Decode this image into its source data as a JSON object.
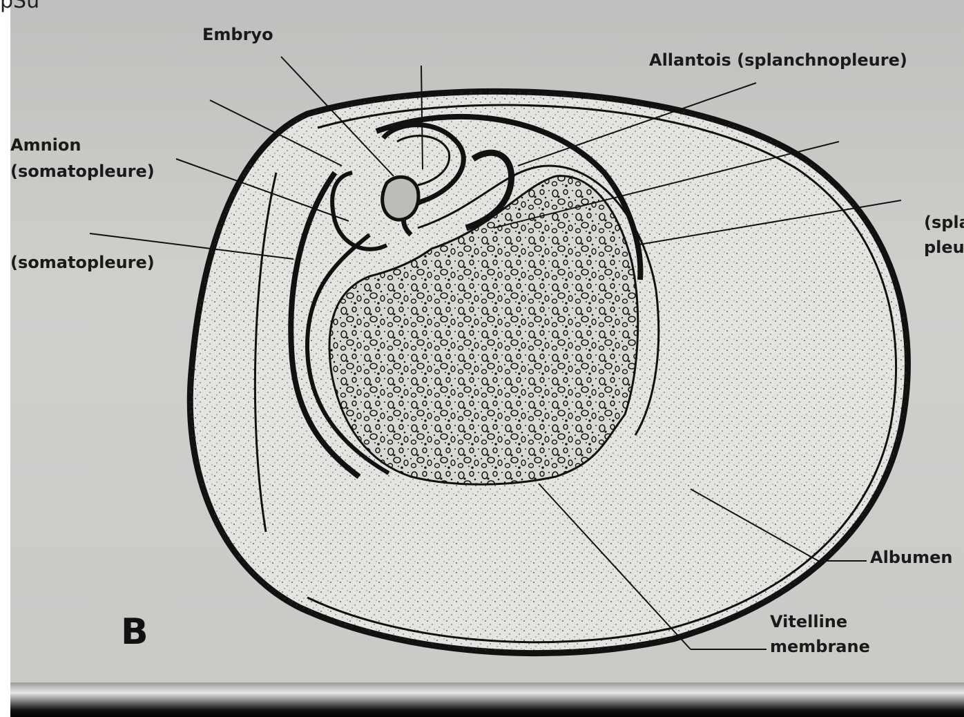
{
  "corner_text": "pSu",
  "panel_letter": "B",
  "labels": {
    "embryo": "Embryo",
    "allantois": "Allantois (splanchnopleure)",
    "amnion_line1": "Amnion",
    "amnion_line2": "(somatopleure)",
    "chorion": "(somatopleure)",
    "right_cut_line1": "(spla",
    "right_cut_line2": "pleu",
    "albumen": "Albumen",
    "vitelline_line1": "Vitelline",
    "vitelline_line2": "membrane"
  },
  "colors": {
    "background": "#cbcbc8",
    "ink": "#111111",
    "egg_fill": "#e6e6e2",
    "yolk_fill": "#dcdcd6"
  }
}
